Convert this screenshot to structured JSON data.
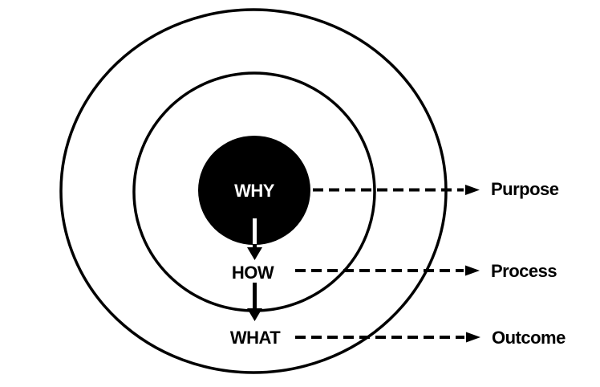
{
  "diagram": {
    "type": "golden-circle",
    "style": {
      "ink": "#000000",
      "background": "#ffffff",
      "inner_circle_fill": "#000000",
      "inner_label_color": "#ffffff"
    },
    "rings": [
      {
        "label": "WHY",
        "annotation": "Purpose"
      },
      {
        "label": "HOW",
        "annotation": "Process"
      },
      {
        "label": "WHAT",
        "annotation": "Outcome"
      }
    ]
  }
}
